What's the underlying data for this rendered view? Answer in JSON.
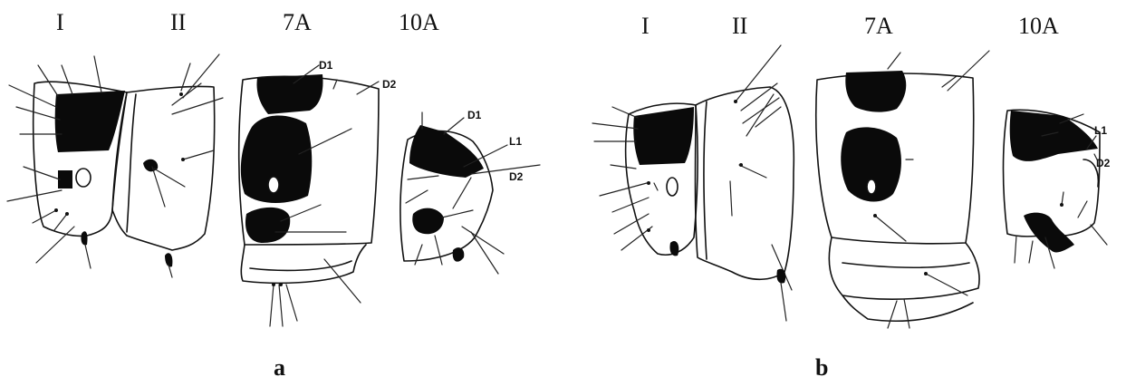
{
  "panels": [
    {
      "letter": "a",
      "segment_labels": [
        "I",
        "II",
        "7A",
        "10A"
      ],
      "seta_labels": [
        "D1",
        "D2",
        "D1",
        "L1",
        "D2"
      ]
    },
    {
      "letter": "b",
      "segment_labels": [
        "I",
        "II",
        "7A",
        "10A"
      ],
      "seta_labels": [
        "L1",
        "D2"
      ]
    }
  ],
  "ink_color": "#111111",
  "background_color": "#ffffff"
}
